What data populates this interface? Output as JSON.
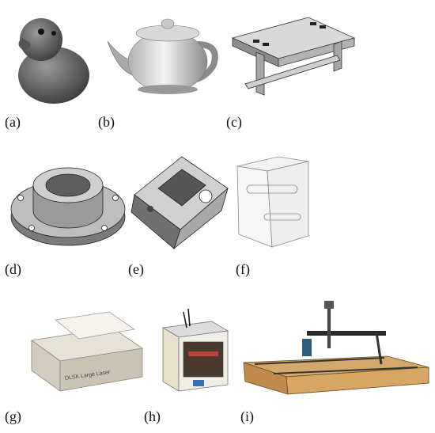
{
  "figure": {
    "panels": [
      {
        "id": "a",
        "caption": "(a)",
        "subject": "rubber-duck"
      },
      {
        "id": "b",
        "caption": "(b)",
        "subject": "teapot"
      },
      {
        "id": "c",
        "caption": "(c)",
        "subject": "bench-part"
      },
      {
        "id": "d",
        "caption": "(d)",
        "subject": "flange"
      },
      {
        "id": "e",
        "caption": "(e)",
        "subject": "cube-bracket"
      },
      {
        "id": "f",
        "caption": "(f)",
        "subject": "transparent-block"
      },
      {
        "id": "g",
        "caption": "(g)",
        "subject": "laser-cutter"
      },
      {
        "id": "h",
        "caption": "(h)",
        "subject": "3d-printer"
      },
      {
        "id": "i",
        "caption": "(i)",
        "subject": "cnc-router"
      }
    ],
    "laser_label": "OLSK Large Laser"
  }
}
